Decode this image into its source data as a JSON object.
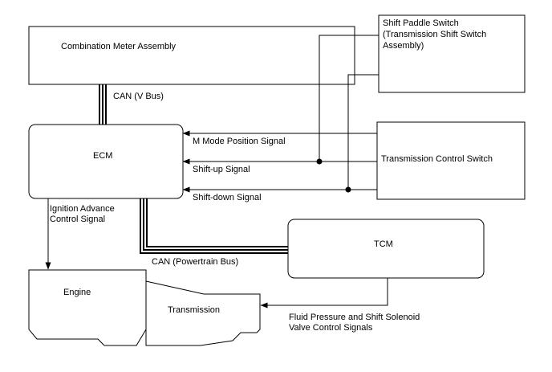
{
  "components": {
    "combination_meter": "Combination Meter Assembly",
    "shift_paddle_line1": "Shift Paddle Switch",
    "shift_paddle_line2": "(Transmission Shift Switch",
    "shift_paddle_line3": "Assembly)",
    "ecm": "ECM",
    "transmission_control_switch": "Transmission Control Switch",
    "tcm": "TCM",
    "engine": "Engine",
    "transmission": "Transmission"
  },
  "signals": {
    "can_v_bus": "CAN (V Bus)",
    "m_mode": "M Mode Position Signal",
    "shift_up": "Shift-up Signal",
    "shift_down": "Shift-down Signal",
    "ignition_line1": "Ignition Advance",
    "ignition_line2": "Control Signal",
    "can_powertrain": "CAN (Powertrain Bus)",
    "fluid_line1": "Fluid Pressure and Shift Solenoid",
    "fluid_line2": "Valve Control Signals"
  },
  "colors": {
    "line": "#000000",
    "background": "#ffffff"
  }
}
